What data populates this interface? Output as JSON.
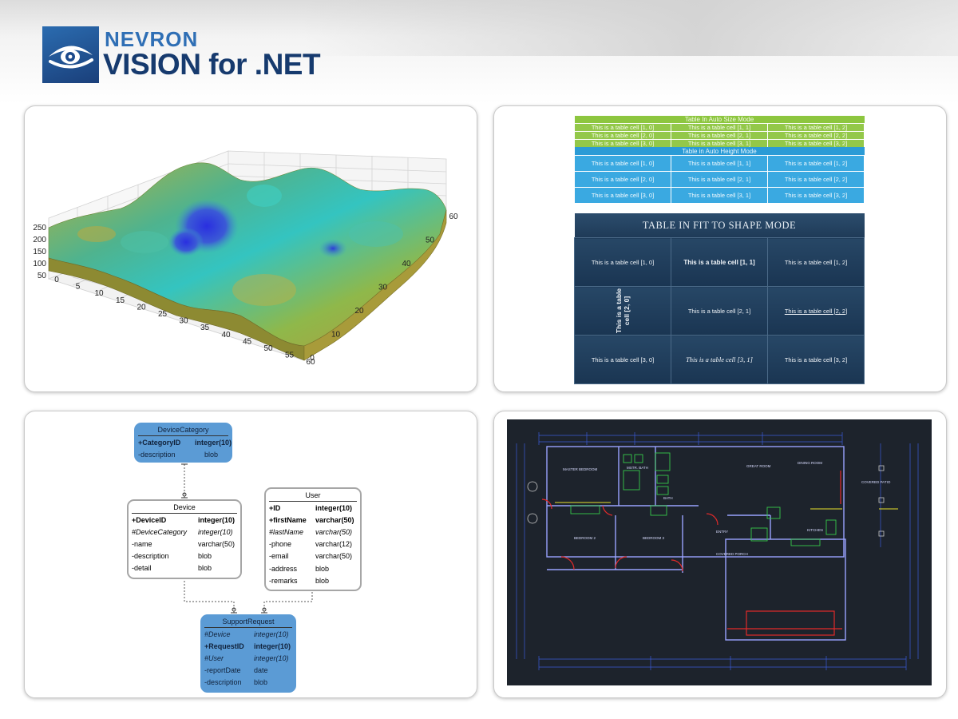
{
  "logo": {
    "line1": "NEVRON",
    "line2": "VISION for .NET",
    "icon": "eye-icon"
  },
  "surface_chart": {
    "z_ticks": [
      "250",
      "200",
      "150",
      "100",
      "50"
    ],
    "x_ticks": [
      "0",
      "5",
      "10",
      "15",
      "20",
      "25",
      "30",
      "35",
      "40",
      "45",
      "50",
      "55",
      "60"
    ],
    "y_ticks": [
      "0",
      "10",
      "20",
      "30",
      "40",
      "50",
      "60"
    ]
  },
  "tables": {
    "auto_size": {
      "title": "Table In Auto Size Mode",
      "rows": [
        [
          "This is a table cell [1, 0]",
          "This is a table cell [1, 1]",
          "This is a table cell [1, 2]"
        ],
        [
          "This is a table cell [2, 0]",
          "This is a table cell [2, 1]",
          "This is a table cell [2, 2]"
        ],
        [
          "This is a table cell [3, 0]",
          "This is a table cell [3, 1]",
          "This is a table cell [3, 2]"
        ]
      ]
    },
    "auto_height": {
      "title": "Table in Auto Height Mode",
      "rows": [
        [
          "This is a table cell [1, 0]",
          "This is a table cell [1, 1]",
          "This is a table cell [1, 2]"
        ],
        [
          "This is a table cell [2, 0]",
          "This is a table cell [2, 1]",
          "This is a table cell [2, 2]"
        ],
        [
          "This is a table cell [3, 0]",
          "This is a table cell [3, 1]",
          "This is a table cell [3, 2]"
        ]
      ]
    },
    "fit_to_shape": {
      "title": "TABLE IN FIT TO SHAPE MODE",
      "rows": [
        [
          "This is a table cell [1, 0]",
          "This is a table cell [1, 1]",
          "This is a table cell [1, 2]"
        ],
        [
          "This is a table cell [2, 0]",
          "This is a table cell [2, 1]",
          "This is a table cell [2, 2]"
        ],
        [
          "This is a table cell [3, 0]",
          "This is a table cell [3, 1]",
          "This is a table cell [3, 2]"
        ]
      ]
    }
  },
  "er_diagram": {
    "device_category": {
      "title": "DeviceCategory",
      "rows": [
        {
          "name": "+CategoryID",
          "type": "integer(10)"
        },
        {
          "name": "-description",
          "type": "blob"
        }
      ]
    },
    "device": {
      "title": "Device",
      "rows": [
        {
          "name": "+DeviceID",
          "type": "integer(10)"
        },
        {
          "name": "#DeviceCategory",
          "type": "integer(10)"
        },
        {
          "name": "-name",
          "type": "varchar(50)"
        },
        {
          "name": "-description",
          "type": "blob"
        },
        {
          "name": "-detail",
          "type": "blob"
        }
      ]
    },
    "user": {
      "title": "User",
      "rows": [
        {
          "name": "+ID",
          "type": "integer(10)"
        },
        {
          "name": "+firstName",
          "type": "varchar(50)"
        },
        {
          "name": "#lastName",
          "type": "varchar(50)"
        },
        {
          "name": "-phone",
          "type": "varchar(12)"
        },
        {
          "name": "-email",
          "type": "varchar(50)"
        },
        {
          "name": "-address",
          "type": "blob"
        },
        {
          "name": "-remarks",
          "type": "blob"
        }
      ]
    },
    "support_request": {
      "title": "SupportRequest",
      "rows": [
        {
          "name": "#Device",
          "type": "integer(10)"
        },
        {
          "name": "+RequestID",
          "type": "integer(10)"
        },
        {
          "name": "#User",
          "type": "integer(10)"
        },
        {
          "name": "-reportDate",
          "type": "date"
        },
        {
          "name": "-description",
          "type": "blob"
        }
      ]
    }
  },
  "floor_plan": {
    "rooms": [
      "MASTER BEDROOM",
      "MSTR. BATH",
      "BATH",
      "GREAT ROOM",
      "DINING ROOM",
      "BEDROOM 2",
      "BEDROOM 3",
      "KITCHEN",
      "ENTRY",
      "COVERED PORCH",
      "COVERED PATIO"
    ]
  },
  "colors": {
    "brand_dark": "#163a6e",
    "brand_light": "#2f6fb5",
    "table_green": "#93c849",
    "table_blue": "#3aa9e1",
    "table_navy": "#1f3b58",
    "er_blue": "#5b9bd5",
    "cad_bg": "#1d232c"
  }
}
